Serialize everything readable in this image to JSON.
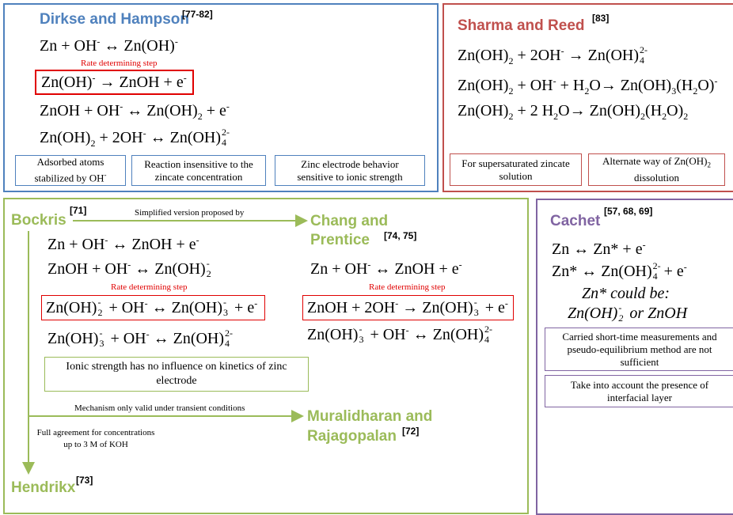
{
  "colors": {
    "blue": "#4f81bd",
    "red": "#c0504d",
    "green": "#9bbb59",
    "purple": "#8064a2",
    "rds_red": "#e00000"
  },
  "dirkse": {
    "title": "Dirkse and Hampson",
    "ref": "[77-82]",
    "eq1": {
      "a": "Zn + OH",
      "a_sup": "-",
      "b": " ↔ Zn(OH)",
      "b_sup": "-"
    },
    "rds": "Rate determining step",
    "eq2": {
      "a": "Zn(OH)",
      "a_sup": "-",
      "b": " → ZnOH + e",
      "b_sup": "-"
    },
    "eq3": {
      "a": "ZnOH + OH",
      "a_sup": "-",
      "b": " ↔ Zn(OH)",
      "b_sub": "2",
      "c": " + e",
      "c_sup": "-"
    },
    "eq4": {
      "a": "Zn(OH)",
      "a_sub": "2",
      "b": " + 2OH",
      "b_sup": "-",
      "c": " ↔ Zn(OH)",
      "c_sup": "2-",
      "c_sub": "4"
    },
    "box1": {
      "a": "Adsorbed atoms",
      "b": "stabilized by OH",
      "b_sup": "-"
    },
    "box2": "Reaction insensitive to the zincate concentration",
    "box3": "Zinc electrode behavior sensitive to ionic strength"
  },
  "sharma": {
    "title": "Sharma and Reed",
    "ref": "[83]",
    "eq1": {
      "a": "Zn(OH)",
      "a_sub": "2",
      "b": " + 2OH",
      "b_sup": "-",
      "c": " → Zn(OH)",
      "c_sup": "2-",
      "c_sub": "4"
    },
    "eq2": {
      "a": "Zn(OH)",
      "a_sub": "2",
      "b": " + OH",
      "b_sup": "-",
      "c": " + H",
      "c_sub": "2",
      "d": "O→ Zn(OH)",
      "d_sub": "3",
      "e": "(H",
      "e_sub": "2",
      "f": "O)",
      "f_sup": "-"
    },
    "eq3": {
      "a": "Zn(OH)",
      "a_sub": "2",
      "b": " + 2 H",
      "b_sub": "2",
      "c": "O→ Zn(OH)",
      "c_sub": "2",
      "d": "(H",
      "d_sub": "2",
      "e": "O)",
      "e_sub": "2"
    },
    "box1": "For supersaturated zincate solution",
    "box2": {
      "a": "Alternate way of Zn(OH)",
      "a_sub": "2",
      "b": "dissolution"
    }
  },
  "bockris": {
    "title": "Bockris",
    "ref": "[71]",
    "arrow_label": "Simplified version proposed by",
    "eq1": {
      "a": "Zn + OH",
      "a_sup": "-",
      "b": " ↔ ZnOH + e",
      "b_sup": "-"
    },
    "eq2": {
      "a": "ZnOH + OH",
      "a_sup": "-",
      "b": " ↔ Zn(OH)",
      "b_frac_top": "-",
      "b_frac_bot": "2"
    },
    "rds": "Rate determining step",
    "eq3": {
      "a": "Zn(OH)",
      "a_frac_top": "-",
      "a_frac_bot": "2",
      "b": " + OH",
      "b_sup": "-",
      "c": " ↔ Zn(OH)",
      "c_frac_top": "-",
      "c_frac_bot": "3",
      "d": " + e",
      "d_sup": "-"
    },
    "eq4": {
      "a": "Zn(OH)",
      "a_frac_top": "-",
      "a_frac_bot": "3",
      "b": " + OH",
      "b_sup": "-",
      "c": " ↔ Zn(OH)",
      "c_sup": "2-",
      "c_sub": "4"
    },
    "box": "Ionic strength has no influence on kinetics of zinc electrode",
    "arrow2_label": "Mechanism only valid under transient conditions",
    "down_label": "Full agreement for concentrations up to 3 M of KOH"
  },
  "chang": {
    "title_line1": "Chang and",
    "title_line2": "Prentice",
    "ref": "[74, 75]",
    "eq1": {
      "a": "Zn + OH",
      "a_sup": "-",
      "b": " ↔ ZnOH + e",
      "b_sup": "-"
    },
    "rds": "Rate determining step",
    "eq2": {
      "a": "ZnOH + 2OH",
      "a_sup": "-",
      "b": " → Zn(OH)",
      "b_frac_top": "-",
      "b_frac_bot": "3",
      "c": " + e",
      "c_sup": "-"
    },
    "eq3": {
      "a": "Zn(OH)",
      "a_frac_top": "-",
      "a_frac_bot": "3",
      "b": " + OH",
      "b_sup": "-",
      "c": " ↔ Zn(OH)",
      "c_sup": "2-",
      "c_sub": "4"
    }
  },
  "muralidharan": {
    "title_line1": "Muralidharan and",
    "title_line2": "Rajagopalan",
    "ref": "[72]"
  },
  "hendrikx": {
    "title": "Hendrikx",
    "ref": "[73]"
  },
  "cachet": {
    "title": "Cachet",
    "ref": "[57, 68, 69]",
    "eq1": {
      "a": "Zn ↔ Zn* + e",
      "a_sup": "-"
    },
    "eq2": {
      "a": "Zn* ↔ Zn(OH)",
      "a_sup": "2-",
      "a_sub": "4",
      "b": " + e",
      "b_sup": "-"
    },
    "could1": "Zn* could be:",
    "could2": {
      "a": "Zn(OH)",
      "a_frac_top": "-",
      "a_frac_bot": "2",
      "b": " or ZnOH"
    },
    "box1": "Carried short-time measurements and pseudo-equilibrium method are not sufficient",
    "box2": "Take into account the presence of interfacial layer"
  }
}
